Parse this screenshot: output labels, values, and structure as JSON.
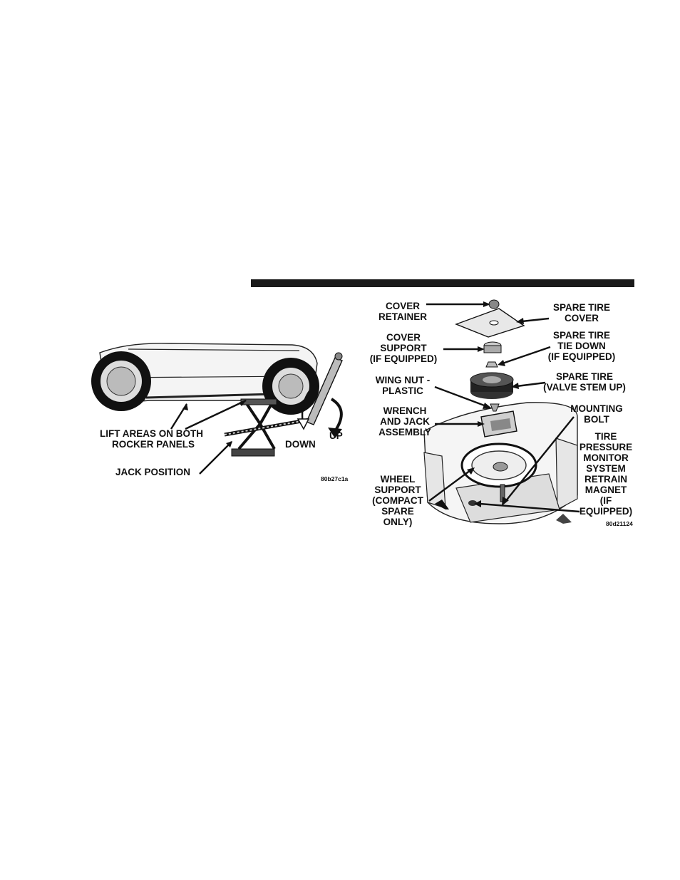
{
  "left_figure": {
    "labels": {
      "lift_line1": "LIFT AREAS ON BOTH",
      "lift_line2": "ROCKER PANELS",
      "jack_position": "JACK POSITION",
      "down": "DOWN",
      "up": "UP"
    },
    "code": "80b27c1a"
  },
  "right_figure": {
    "labels": {
      "cover_retainer_1": "COVER",
      "cover_retainer_2": "RETAINER",
      "spare_cover_1": "SPARE TIRE",
      "spare_cover_2": "COVER",
      "cover_support_1": "COVER",
      "cover_support_2": "SUPPORT",
      "cover_support_3": "(IF EQUIPPED)",
      "tie_down_1": "SPARE TIRE",
      "tie_down_2": "TIE DOWN",
      "tie_down_3": "(IF EQUIPPED)",
      "wing_nut_1": "WING NUT -",
      "wing_nut_2": "PLASTIC",
      "spare_tire_1": "SPARE TIRE",
      "spare_tire_2": "(VALVE STEM UP)",
      "wrench_1": "WRENCH",
      "wrench_2": "AND JACK",
      "wrench_3": "ASSEMBLY",
      "mount_1": "MOUNTING",
      "mount_2": "BOLT",
      "tpms_1": "TIRE",
      "tpms_2": "PRESSURE",
      "tpms_3": "MONITOR",
      "tpms_4": "SYSTEM",
      "tpms_5": "RETRAIN",
      "tpms_6": "MAGNET",
      "tpms_7": "(IF",
      "tpms_8": "EQUIPPED)",
      "wheel_1": "WHEEL",
      "wheel_2": "SUPPORT",
      "wheel_3": "(COMPACT",
      "wheel_4": "SPARE",
      "wheel_5": "ONLY)"
    },
    "code": "80d21124"
  }
}
